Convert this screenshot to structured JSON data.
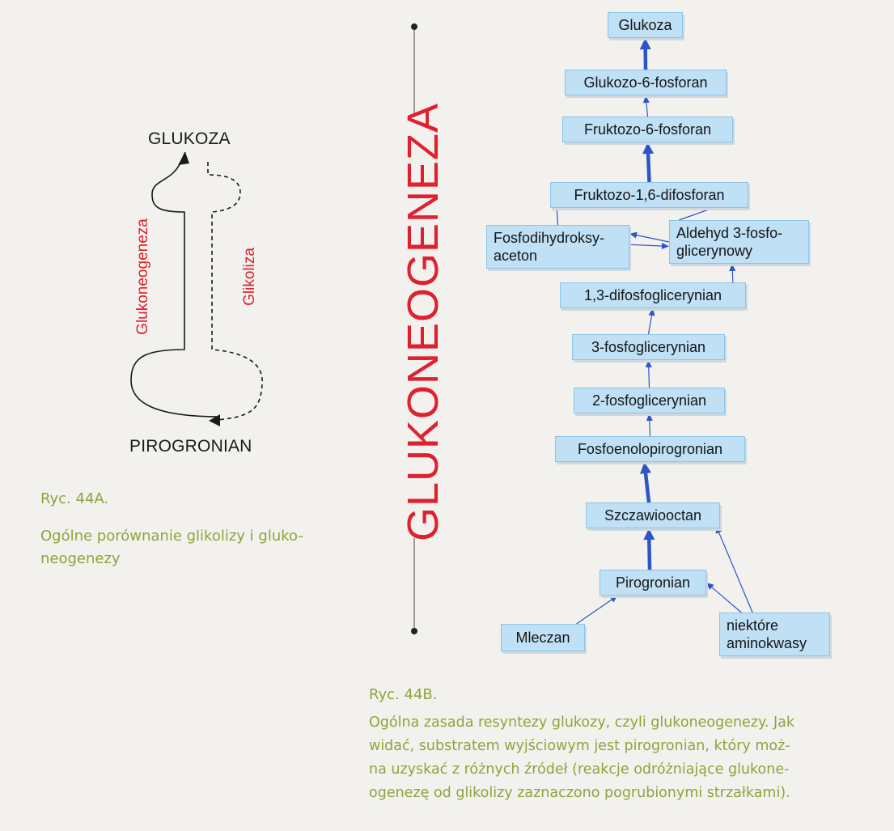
{
  "diagram_a": {
    "top_label": "GLUKOZA",
    "bottom_label": "PIROGRONIAN",
    "left_path_label": "Glukoneogeneza",
    "right_path_label": "Glikoliza",
    "caption_title": "Ryc. 44A.",
    "caption_text": "Ogólne porównanie glikolizy i gluko-\nneogenezy"
  },
  "divider_title": "GLUKONEOGENEZA",
  "diagram_b": {
    "nodes": {
      "glukoza": "Glukoza",
      "g6p": "Glukozo-6-fosforan",
      "f6p": "Fruktozo-6-fosforan",
      "f16bp": "Fruktozo-1,6-difosforan",
      "dhap": "Fosfodihydroksy-\naceton",
      "gap": "Aldehyd 3-fosfo-\nglicerynowy",
      "bpg13": "1,3-difosfoglicerynian",
      "pg3": "3-fosfoglicerynian",
      "pg2": "2-fosfoglicerynian",
      "pep": "Fosfoenolopirogronian",
      "oaa": "Szczawiooctan",
      "pyr": "Pirogronian",
      "lac": "Mleczan",
      "aa": "niektóre\naminokwasy"
    },
    "arrows": [
      {
        "from": "pyr",
        "to": "oaa",
        "thick": true
      },
      {
        "from": "oaa",
        "to": "pep",
        "thick": true
      },
      {
        "from": "pep",
        "to": "pg2",
        "thick": false
      },
      {
        "from": "pg2",
        "to": "pg3",
        "thick": false
      },
      {
        "from": "pg3",
        "to": "bpg13",
        "thick": false
      },
      {
        "from": "bpg13",
        "to": "gap",
        "thick": false
      },
      {
        "from": "gap",
        "to": "dhap",
        "thick": false
      },
      {
        "from": "dhap",
        "to": "gap",
        "thick": false
      },
      {
        "from": "dhap",
        "to": "f16bp",
        "thick": false
      },
      {
        "from": "gap",
        "to": "f16bp",
        "thick": false
      },
      {
        "from": "f16bp",
        "to": "f6p",
        "thick": true
      },
      {
        "from": "f6p",
        "to": "g6p",
        "thick": false
      },
      {
        "from": "g6p",
        "to": "glukoza",
        "thick": true
      },
      {
        "from": "lac",
        "to": "pyr",
        "thick": false
      },
      {
        "from": "aa",
        "to": "pyr",
        "thick": false
      },
      {
        "from": "aa",
        "to": "oaa",
        "thick": false
      }
    ],
    "caption_title": "Ryc. 44B.",
    "caption_text": "Ogólna zasada resyntezy glukozy, czyli glukoneogenezy. Jak\nwidać, substratem wyjściowym jest pirogronian, który moż-\nna uzyskać z różnych źródeł (reakcje odróżniające glukone-\nogenezę od glikolizy zaznaczono pogrubionymi strzałkami)."
  },
  "colors": {
    "red_text": "#e0202f",
    "caption_green": "#8ea43d",
    "box_fill": "#bfe0f5",
    "arrow_blue": "#2b55c9"
  }
}
